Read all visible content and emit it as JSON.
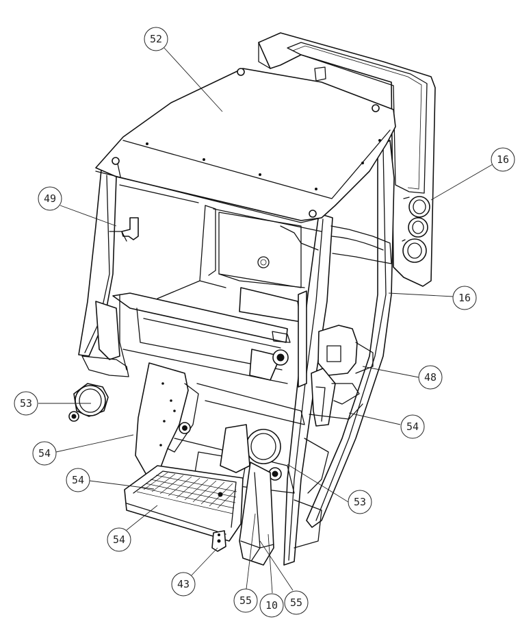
{
  "callouts": [
    {
      "id": "c52a",
      "label": "52"
    },
    {
      "id": "c16a",
      "label": "16"
    },
    {
      "id": "c49",
      "label": "49"
    },
    {
      "id": "c16b",
      "label": "16"
    },
    {
      "id": "c48",
      "label": "48"
    },
    {
      "id": "c53a",
      "label": "53"
    },
    {
      "id": "c54a",
      "label": "54"
    },
    {
      "id": "c54b",
      "label": "54"
    },
    {
      "id": "c54c",
      "label": "54"
    },
    {
      "id": "c53b",
      "label": "53"
    },
    {
      "id": "c54d",
      "label": "54"
    },
    {
      "id": "c43",
      "label": "43"
    },
    {
      "id": "c55a",
      "label": "55"
    },
    {
      "id": "c10",
      "label": "10"
    },
    {
      "id": "c55b",
      "label": "55"
    }
  ]
}
